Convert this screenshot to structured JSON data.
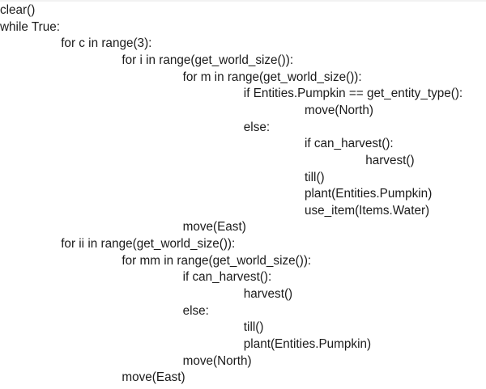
{
  "code_lines": [
    {
      "indent": 0,
      "text": "clear()"
    },
    {
      "indent": 0,
      "text": "while True:"
    },
    {
      "indent": 1,
      "text": "for c in range(3):"
    },
    {
      "indent": 2,
      "text": "for i in range(get_world_size()):"
    },
    {
      "indent": 3,
      "text": "for m in range(get_world_size()):"
    },
    {
      "indent": 4,
      "text": "if Entities.Pumpkin == get_entity_type():"
    },
    {
      "indent": 5,
      "text": "move(North)"
    },
    {
      "indent": 4,
      "text": "else:"
    },
    {
      "indent": 5,
      "text": "if can_harvest():"
    },
    {
      "indent": 6,
      "text": "harvest()"
    },
    {
      "indent": 5,
      "text": "till()"
    },
    {
      "indent": 5,
      "text": "plant(Entities.Pumpkin)"
    },
    {
      "indent": 5,
      "text": "use_item(Items.Water)"
    },
    {
      "indent": 3,
      "text": "move(East)"
    },
    {
      "indent": 1,
      "text": "for ii in range(get_world_size()):"
    },
    {
      "indent": 2,
      "text": "for mm in range(get_world_size()):"
    },
    {
      "indent": 3,
      "text": "if can_harvest():"
    },
    {
      "indent": 4,
      "text": "harvest()"
    },
    {
      "indent": 3,
      "text": "else:"
    },
    {
      "indent": 4,
      "text": "till()"
    },
    {
      "indent": 4,
      "text": "plant(Entities.Pumpkin)"
    },
    {
      "indent": 3,
      "text": "move(North)"
    },
    {
      "indent": 2,
      "text": "move(East)"
    }
  ]
}
